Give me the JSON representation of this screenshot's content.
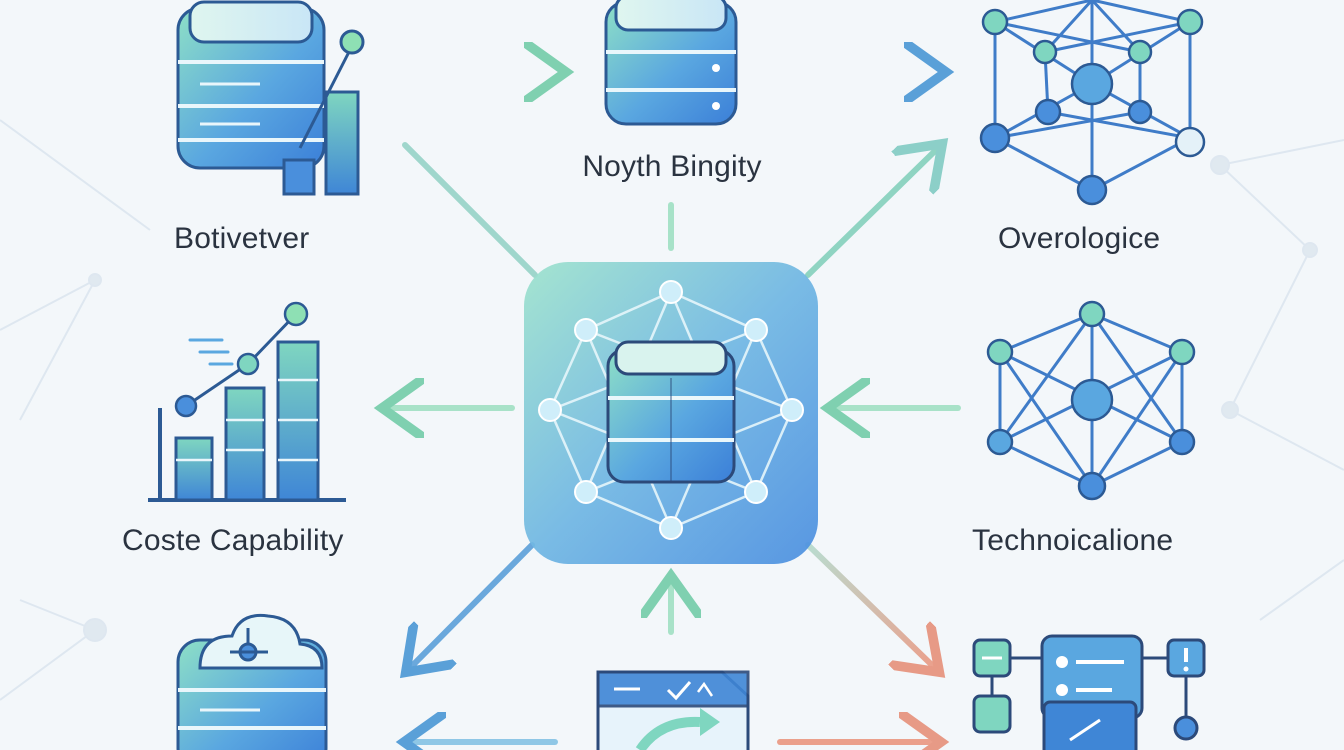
{
  "labels": {
    "top_center": "Noyth Bingity",
    "top_left": "Botivetver",
    "top_right": "Overologice",
    "mid_left": "Coste Capability",
    "mid_right": "Technoicalione"
  },
  "colors": {
    "background": "#f3f7fa",
    "blue": "#3f86d6",
    "green": "#7fd6b4",
    "teal": "#7ec3c8",
    "salmon": "#eba08c",
    "navy": "#2c4a7a"
  },
  "icons": {
    "top_left": "database-chart-icon",
    "top_center": "database-icon",
    "top_right": "network-icon",
    "center": "database-network-hub-icon",
    "mid_left": "bar-chart-icon",
    "mid_right": "network-icon",
    "bottom_left": "database-cloud-icon",
    "bottom_center": "document-window-icon",
    "bottom_right": "workflow-dashboard-icon"
  }
}
